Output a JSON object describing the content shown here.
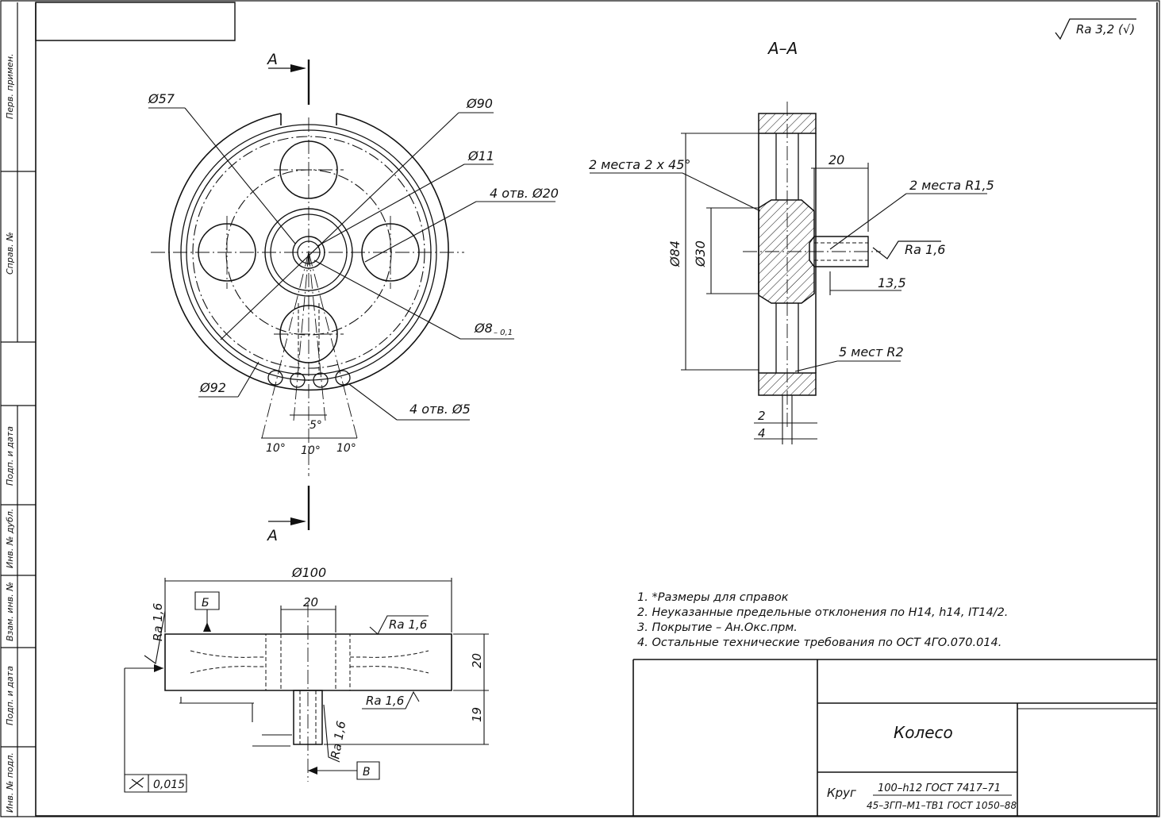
{
  "roughness": {
    "general": "Ra 3,2 (√)",
    "ra16": "Ra 1,6"
  },
  "sections": {
    "label": "А",
    "title": "А–А"
  },
  "front_view": {
    "d57": "Ø57",
    "d90": "Ø90",
    "d11": "Ø11",
    "holes20": "4 отв. Ø20",
    "d8": "Ø8",
    "d8_tol": "– 0,1",
    "d92": "Ø92",
    "holes5": "4 отв. Ø5",
    "a5": "5°",
    "a10a": "10°",
    "a10b": "10°",
    "a10c": "10°"
  },
  "section_view": {
    "chamfer": "2 места 2 х 45°",
    "dim20": "20",
    "r15": "2 места R1,5",
    "d84": "Ø84",
    "d30": "Ø30",
    "dim135": "13,5",
    "r2": "5 мест R2",
    "dim2": "2",
    "dim4": "4"
  },
  "side_view": {
    "d100": "Ø100",
    "datum_b": "Б",
    "datum_v": "В",
    "dim20_top": "20",
    "dim20_right": "20",
    "dim19": "19",
    "runout": "0,015"
  },
  "notes": [
    "1.   *Размеры для справок",
    "2.   Неуказанные предельные отклонения по Н14, h14, IT14/2.",
    "3.   Покрытие – Ан.Окс.прм.",
    "4.   Остальные технические требования по ОСТ 4ГО.070.014."
  ],
  "stamp": {
    "vertical": [
      "Перв. примен.",
      "Справ. №",
      "Подп. и дата",
      "Инв. № дубл.",
      "Взам. инв. №",
      "Подп. и дата",
      "Инв. № подл."
    ]
  },
  "title_block": {
    "name": "Колесо",
    "material_prefix": "Круг",
    "material_top": "100–h12 ГОСТ 7417–71",
    "material_bottom": "45–3ГП–М1–ТВ1 ГОСТ 1050–88"
  }
}
